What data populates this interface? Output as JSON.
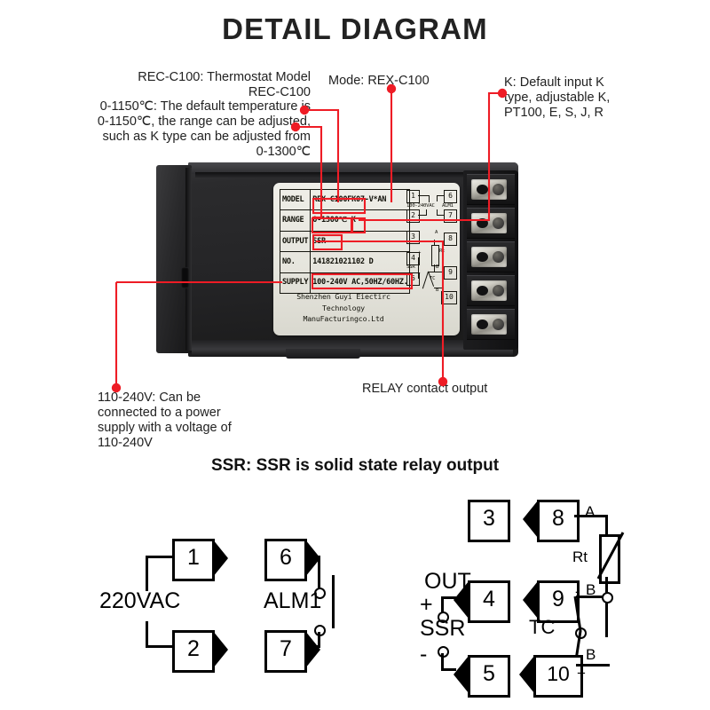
{
  "title": "DETAIL DIAGRAM",
  "subhead": "SSR: SSR is solid state relay output",
  "accent_color": "#ee1c25",
  "annotations": {
    "model": "REC-C100:   Thermostat Model\nREC-C100",
    "range": "0-1150℃: The default temperature is\n0-1150℃, the range can be adjusted,\nsuch as K type can be adjusted from\n0-1300℃",
    "mode": "Mode: REX-C100",
    "ktype": "K: Default input K\ntype, adjustable K,\nPT100, E, S, J, R",
    "supply": "110-240V: Can be\nconnected to a power\nsupply with a voltage of\n110-240V",
    "relay": "RELAY contact output"
  },
  "label_plate": {
    "rows": [
      {
        "key": "MODEL",
        "value": "REX-C100FK07-V*AN"
      },
      {
        "key": "RANGE",
        "value": "0-1300℃ K"
      },
      {
        "key": "OUTPUT",
        "value": "SSR"
      },
      {
        "key": "NO.",
        "value": "141821021102 D"
      },
      {
        "key": "SUPPLY",
        "value": "100-240V AC,50HZ/60HZ."
      }
    ],
    "manufacturer_line1": "Shenzhen Guyi Eiectirc",
    "manufacturer_line2": "Technology ManuFacturingco.Ltd",
    "terminal_map": {
      "numbers": [
        "1",
        "2",
        "3",
        "4",
        "5",
        "6",
        "7",
        "8",
        "9",
        "10"
      ],
      "labels": {
        "supply": "100-240VAC",
        "alarm": "ALM1",
        "ssr": "SSR",
        "rt": "Rt",
        "tc": "TC",
        "a": "A",
        "b_upper": "B",
        "b_lower": "B",
        "plus": "+",
        "minus": "-"
      }
    }
  },
  "wiring_left": {
    "terminals": [
      "1",
      "2",
      "6",
      "7"
    ],
    "labels": {
      "power": "220VAC",
      "alarm": "ALM1"
    }
  },
  "wiring_right": {
    "terminals": [
      "3",
      "4",
      "5",
      "8",
      "9",
      "10"
    ],
    "labels": {
      "out": "OUT",
      "ssr": "SSR",
      "plus_out": "+",
      "minus_out": "-",
      "a": "A",
      "rt": "Rt",
      "b_upper": "B",
      "minus_b": "-",
      "tc": "TC",
      "b_lower": "B",
      "plus_tc": "+"
    }
  }
}
